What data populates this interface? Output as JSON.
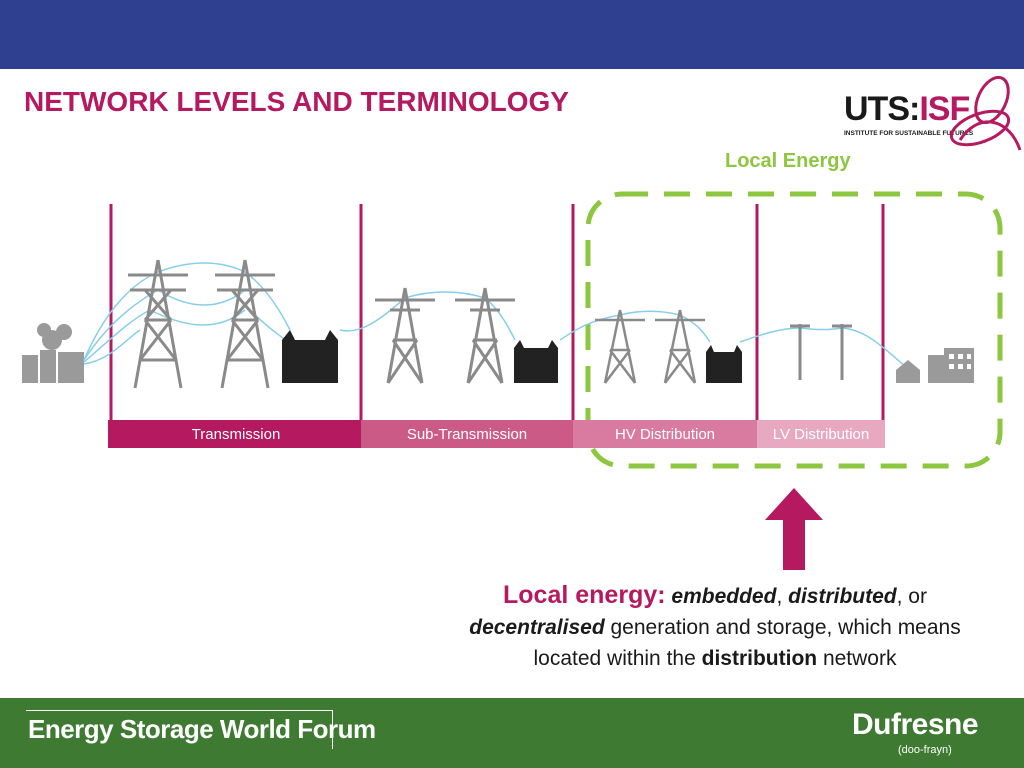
{
  "header": {
    "title": "NETWORK LEVELS AND TERMINOLOGY"
  },
  "logo": {
    "main": "UTS:",
    "accent": "ISF",
    "subtitle": "INSTITUTE FOR SUSTAINABLE FUTURES"
  },
  "local_energy_label": "Local Energy",
  "network_levels": [
    {
      "label": "Transmission",
      "color": "#b5195f"
    },
    {
      "label": "Sub-Transmission",
      "color": "#cc5a87"
    },
    {
      "label": "HV Distribution",
      "color": "#d97ba0"
    },
    {
      "label": "LV Distribution",
      "color": "#e7a8c0"
    }
  ],
  "caption": {
    "lead": "Local energy:",
    "term1": "embedded",
    "sep1": ",",
    "term2": "distributed",
    "sep2": ", or",
    "term3": "decentralised",
    "text1": "generation and storage, which means",
    "text2": "located within the",
    "term4": "distribution",
    "text3": "network"
  },
  "footer": {
    "left": "Energy Storage World Forum",
    "right_main": "Dufresne",
    "right_sub": "(doo-frayn)"
  },
  "colors": {
    "top_bar": "#2f4090",
    "accent": "#b5195f",
    "local_green": "#8dc63f",
    "footer": "#3e7a31"
  }
}
